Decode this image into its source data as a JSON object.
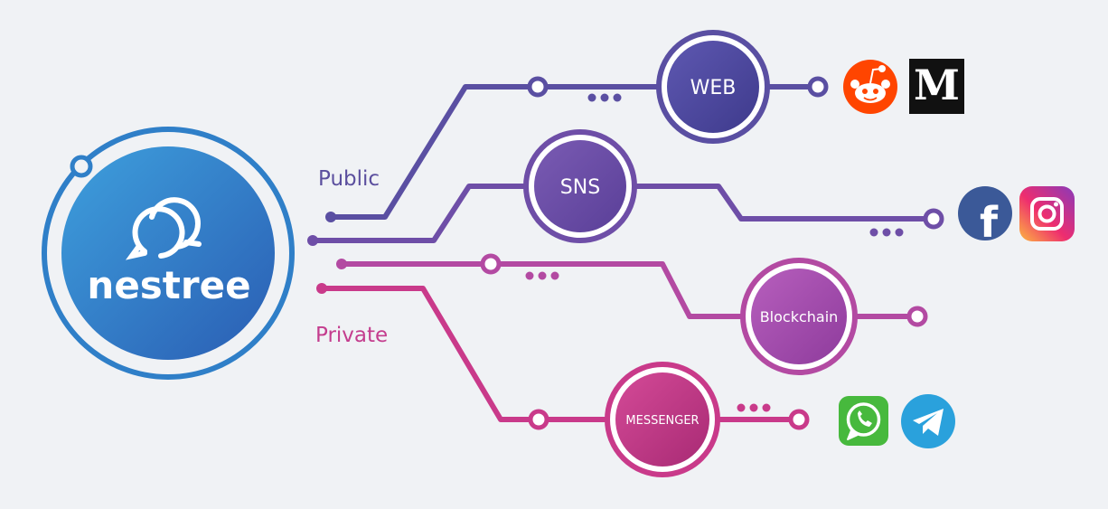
{
  "brand": {
    "name": "nestree"
  },
  "groups": {
    "public_label": "Public",
    "private_label": "Private"
  },
  "nodes": [
    {
      "label": "WEB",
      "icons": [
        "reddit-icon",
        "medium-icon"
      ]
    },
    {
      "label": "SNS",
      "icons": [
        "facebook-icon",
        "instagram-icon"
      ]
    },
    {
      "label": "Blockchain",
      "icons": []
    },
    {
      "label": "MESSENGER",
      "icons": [
        "whatsapp-icon",
        "telegram-icon"
      ]
    }
  ],
  "icon_text": {
    "medium": "M",
    "facebook": "f"
  },
  "colors": {
    "background": "#f0f2f5",
    "brand_blue": "#2f7fc8",
    "web_line": "#5a4fa2",
    "sns_line": "#6e4ea7",
    "blockchain_line": "#b34aa2",
    "messenger_line": "#c93a8a",
    "public_text": "#5b4f9e",
    "private_text": "#c43d8e",
    "reddit": "#ff4500",
    "medium_bg": "#111111",
    "facebook": "#3b5998",
    "whatsapp": "#47b93d",
    "telegram": "#2aa1dc"
  }
}
